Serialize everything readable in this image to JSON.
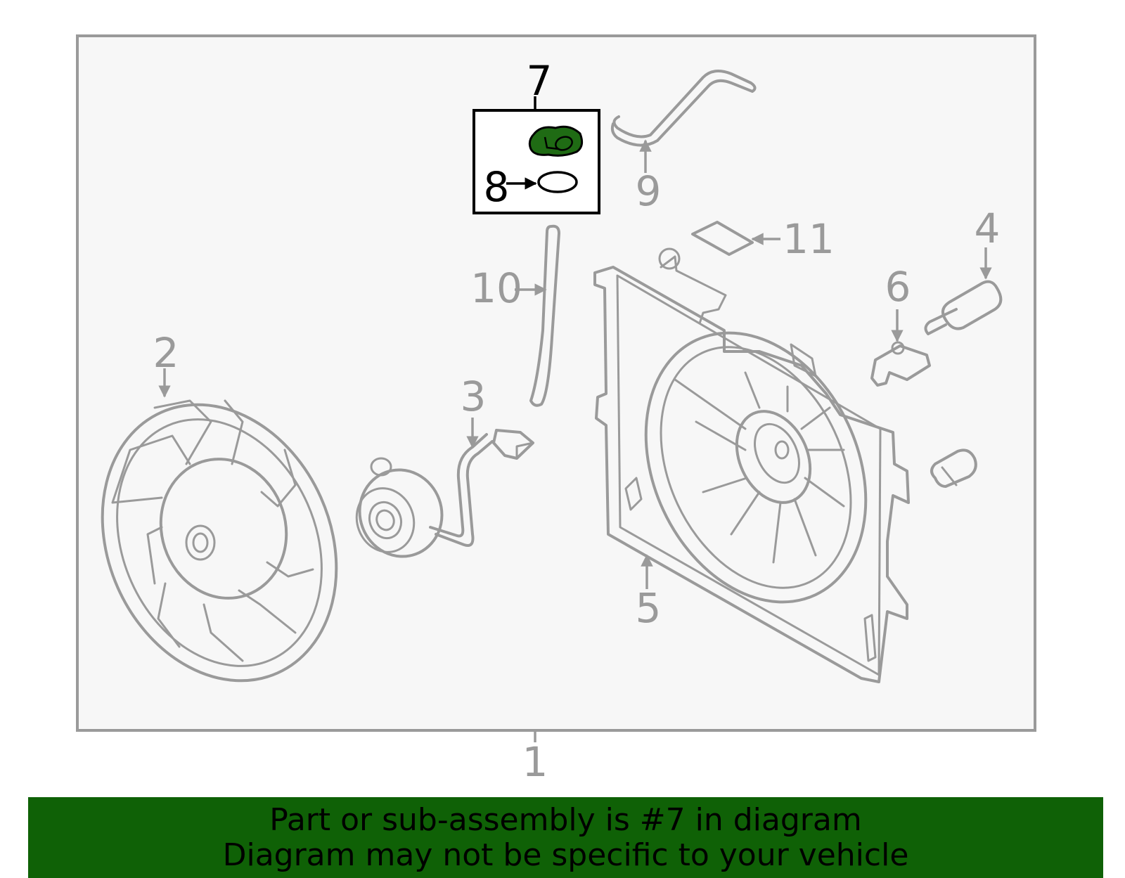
{
  "callouts": {
    "c1": "1",
    "c2": "2",
    "c3": "3",
    "c4": "4",
    "c5": "5",
    "c6": "6",
    "c7": "7",
    "c8": "8",
    "c9": "9",
    "c10": "10",
    "c11": "11"
  },
  "highlight_part": "7",
  "colors": {
    "highlight_fill": "#1f6b14",
    "banner_bg": "#0f6106",
    "part_stroke": "#9a9a9a",
    "panel_bg": "#f7f7f7"
  },
  "banner": {
    "line1": "Part or sub-assembly is #7 in diagram",
    "line2": "Diagram may not be specific to your vehicle"
  }
}
